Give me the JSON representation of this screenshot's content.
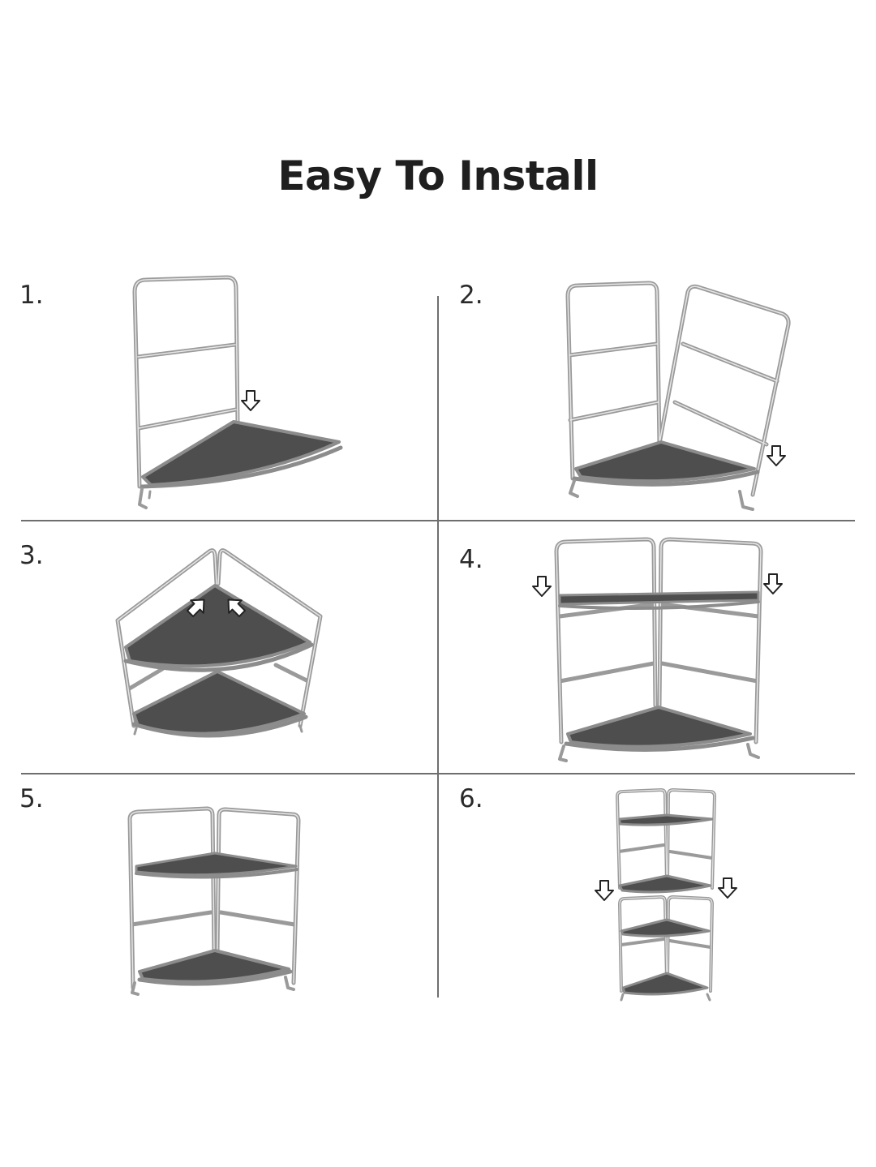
{
  "title": "Easy To Install",
  "steps": [
    {
      "number": "1."
    },
    {
      "number": "2."
    },
    {
      "number": "3."
    },
    {
      "number": "4."
    },
    {
      "number": "5."
    },
    {
      "number": "6."
    }
  ],
  "colors": {
    "frame": "#9a9a9a",
    "frame_highlight": "#e6e6e6",
    "shelf_top": "#4e4e4e",
    "shelf_rim": "#8c8c8c",
    "divider": "#6e6e6e",
    "text": "#2a2a2a"
  },
  "icons": [
    "down-arrow-icon",
    "diagonal-arrow-icon"
  ]
}
